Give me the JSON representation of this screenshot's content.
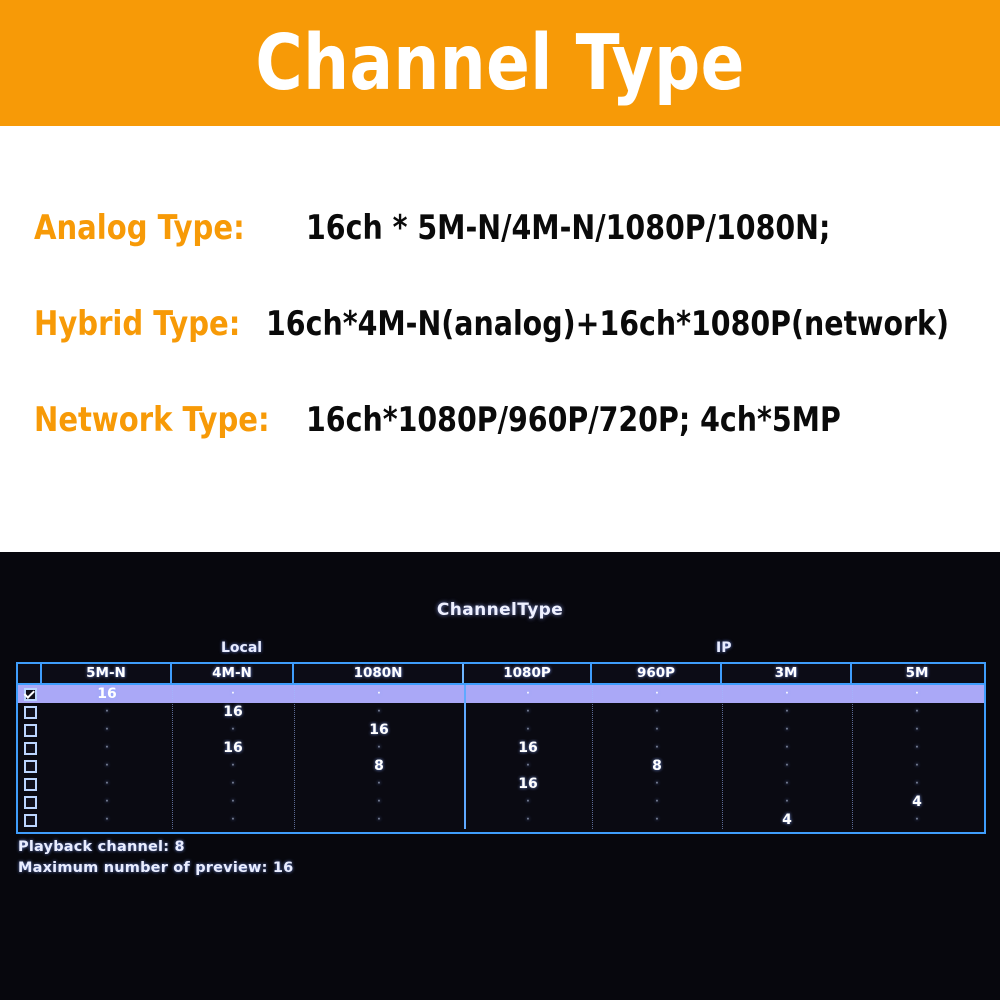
{
  "banner": {
    "title": "Channel Type",
    "bg_color": "#F79A07",
    "text_color": "#FFFFFF"
  },
  "specs": {
    "accent_color": "#F79A07",
    "rows": [
      {
        "label": "Analog Type:",
        "value": "16ch * 5M-N/4M-N/1080P/1080N;"
      },
      {
        "label": "Hybrid Type:",
        "value": "16ch*4M-N(analog)+16ch*1080P(network)"
      },
      {
        "label": "Network Type:",
        "value": "16ch*1080P/960P/720P;  4ch*5MP"
      }
    ]
  },
  "nvr": {
    "title": "ChannelType",
    "groups": {
      "local": "Local",
      "ip": "IP"
    },
    "columns": [
      {
        "key": "5M-N",
        "label": "5M-N",
        "group": "Local"
      },
      {
        "key": "4M-N",
        "label": "4M-N",
        "group": "Local"
      },
      {
        "key": "1080N",
        "label": "1080N",
        "group": "Local"
      },
      {
        "key": "1080P",
        "label": "1080P",
        "group": "IP"
      },
      {
        "key": "960P",
        "label": "960P",
        "group": "IP"
      },
      {
        "key": "3M",
        "label": "3M",
        "group": "IP"
      },
      {
        "key": "5M",
        "label": "5M",
        "group": "IP"
      }
    ],
    "rows": [
      {
        "checked": true,
        "selected": true,
        "values": [
          "16",
          "",
          "",
          "",
          "",
          "",
          ""
        ]
      },
      {
        "checked": false,
        "selected": false,
        "values": [
          "",
          "16",
          "",
          "",
          "",
          "",
          ""
        ]
      },
      {
        "checked": false,
        "selected": false,
        "values": [
          "",
          "",
          "16",
          "",
          "",
          "",
          ""
        ]
      },
      {
        "checked": false,
        "selected": false,
        "values": [
          "",
          "16",
          "",
          "16",
          "",
          "",
          ""
        ]
      },
      {
        "checked": false,
        "selected": false,
        "values": [
          "",
          "",
          "8",
          "",
          "8",
          "",
          ""
        ]
      },
      {
        "checked": false,
        "selected": false,
        "values": [
          "",
          "",
          "",
          "16",
          "",
          "",
          ""
        ]
      },
      {
        "checked": false,
        "selected": false,
        "values": [
          "",
          "",
          "",
          "",
          "",
          "",
          "4"
        ]
      },
      {
        "checked": false,
        "selected": false,
        "values": [
          "",
          "",
          "",
          "",
          "",
          "4",
          ""
        ]
      }
    ],
    "footer": {
      "playback": "Playback channel: 8",
      "preview": "Maximum number of preview: 16"
    },
    "colors": {
      "border": "#3F9DFB",
      "selected_row": "#AAA8F7",
      "panel_bg": "#07070D"
    }
  }
}
